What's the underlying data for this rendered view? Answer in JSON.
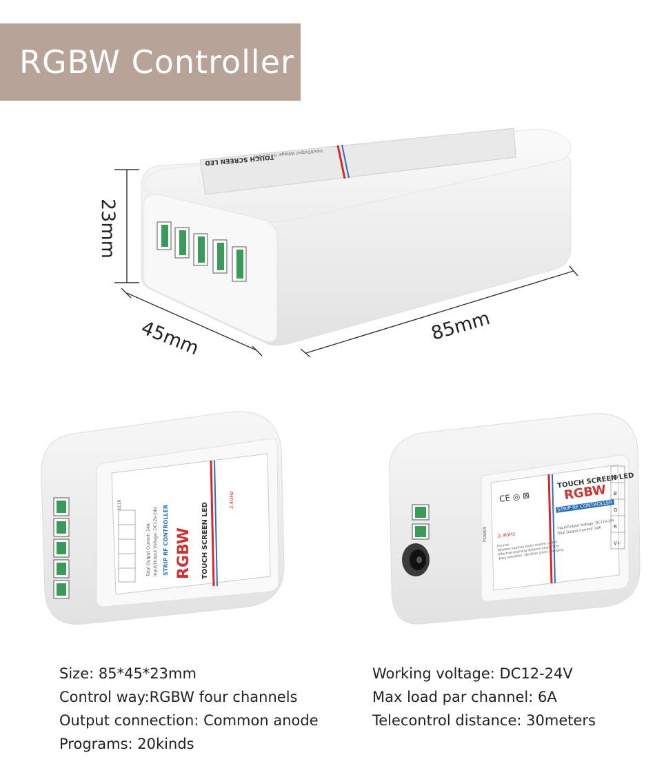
{
  "header": {
    "title": "RGBW  Controller"
  },
  "dimensions": {
    "height": "23mm",
    "width": "45mm",
    "length": "85mm"
  },
  "specs_left": [
    "Size: 85*45*23mm",
    "Control way:RGBW four channels",
    "Output connection: Common anode",
    "Programs: 20kinds"
  ],
  "specs_right": [
    "Working voltage: DC12-24V",
    "Max load par channel: 6A",
    "Telecontrol distance: 30meters"
  ],
  "label": {
    "brand_line": "TOUCH SCREEN LED",
    "model": "RGBW",
    "strip_line": "STRIP RF CONTROLLER",
    "rf": "2.4GHz",
    "voltage": "Input/Output Voltage: DC12V-24V",
    "current": "Total Output Current: 24A",
    "terminals": [
      "W",
      "B",
      "G",
      "R",
      "V+"
    ],
    "code": "0119",
    "power": "POWER",
    "marks": "CE ◎ ⊠",
    "features": [
      "Dimmer",
      "Wireless intuitive touch remote control",
      "Effective receiving distance nearly 30m",
      "Easy operation, 16million colors changing"
    ]
  },
  "colors": {
    "title_bar": "#b8a398",
    "terminal_green": "#3a9a5a",
    "case": "#f6f6f6",
    "stripe_red": "#d8262c",
    "stripe_blue": "#2a6fb8"
  }
}
